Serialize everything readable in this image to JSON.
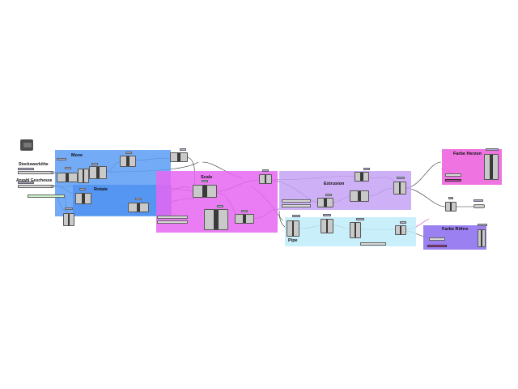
{
  "groups": {
    "move": "Move",
    "rotate": "Rotate",
    "scale": "Scale",
    "extrusion": "Extrusion",
    "pipe": "Pipe",
    "farbe_herzen": "Farbe Herzen",
    "farbe_rohre": "Farbe Röhre"
  },
  "params": {
    "stockwerkhoehe": "Stockswerköhe",
    "anzahl_geschosse": "Anzahl Geschosse"
  },
  "colors": {
    "move_group": "#3f8cf0",
    "rotate_group": "#3f8cf0",
    "scale_group": "#e84cf0",
    "extrusion_group": "#b48cf0",
    "pipe_group": "#aee8f8",
    "farbe_herzen_group": "#e84cd8",
    "farbe_rohre_group": "#7a5ce6",
    "wire": "#333333",
    "wire_pink": "#d23fb0"
  }
}
